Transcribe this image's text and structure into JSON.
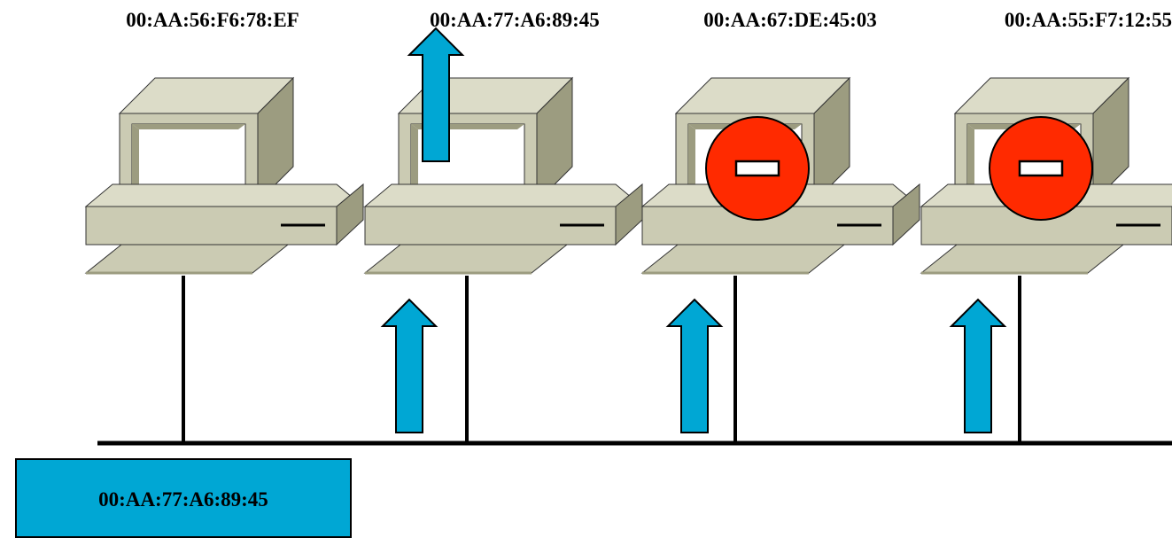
{
  "hosts": [
    {
      "mac": "00:AA:56:F6:78:EF",
      "status": "idle"
    },
    {
      "mac": "00:AA:77:A6:89:45",
      "status": "accepts"
    },
    {
      "mac": "00:AA:67:DE:45:03",
      "status": "rejects"
    },
    {
      "mac": "00:AA:55:F7:12:55",
      "status": "rejects"
    }
  ],
  "frame": {
    "destination_mac": "00:AA:77:A6:89:45"
  },
  "colors": {
    "arrow": "#00a7d4",
    "reject_circle": "#ff2a00",
    "computer_face": "#cbcbb3",
    "computer_side": "#9c9c80",
    "computer_top": "#dcdcc8",
    "bus": "#000000"
  },
  "icons": {
    "computer": "computer-icon",
    "arrow": "up-arrow-icon",
    "reject": "no-entry-icon"
  }
}
